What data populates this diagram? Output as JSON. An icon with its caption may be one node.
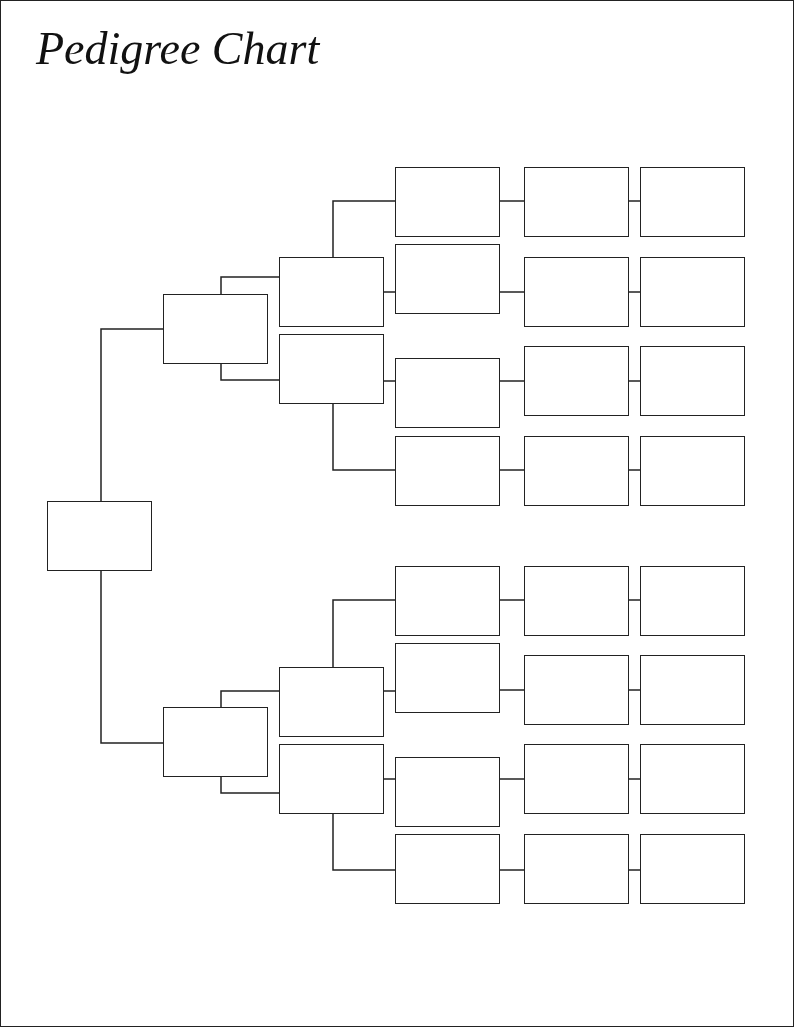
{
  "diagram": {
    "title": "Pedigree Chart",
    "nodes": [
      {
        "text": [],
        "shape": "box"
      },
      {
        "text": [],
        "shape": "box"
      },
      {
        "text": [],
        "shape": "box"
      },
      {
        "text": [],
        "shape": "box"
      },
      {
        "text": [],
        "shape": "box"
      },
      {
        "text": [],
        "shape": "box"
      },
      {
        "text": [],
        "shape": "box"
      },
      {
        "text": [],
        "shape": "box"
      },
      {
        "text": [],
        "shape": "box"
      },
      {
        "text": [],
        "shape": "box"
      },
      {
        "text": [],
        "shape": "box"
      },
      {
        "text": [],
        "shape": "box"
      },
      {
        "text": [],
        "shape": "box"
      },
      {
        "text": [],
        "shape": "box"
      },
      {
        "text": [],
        "shape": "box"
      },
      {
        "text": [],
        "shape": "box"
      },
      {
        "text": [],
        "shape": "box"
      },
      {
        "text": [],
        "shape": "box"
      },
      {
        "text": [],
        "shape": "box"
      },
      {
        "text": [],
        "shape": "box"
      },
      {
        "text": [],
        "shape": "box"
      },
      {
        "text": [],
        "shape": "box"
      },
      {
        "text": [],
        "shape": "box"
      },
      {
        "text": [],
        "shape": "box"
      },
      {
        "text": [],
        "shape": "box"
      },
      {
        "text": [],
        "shape": "box"
      },
      {
        "text": [],
        "shape": "box"
      },
      {
        "text": [],
        "shape": "box"
      },
      {
        "text": [],
        "shape": "box"
      },
      {
        "text": [],
        "shape": "box"
      },
      {
        "text": [],
        "shape": "box"
      }
    ],
    "edges": [
      {
        "from": 0,
        "to": 1,
        "arrow": "none"
      },
      {
        "from": 0,
        "to": 2,
        "arrow": "none"
      },
      {
        "from": 1,
        "to": 3,
        "arrow": "none"
      },
      {
        "from": 1,
        "to": 4,
        "arrow": "none"
      },
      {
        "from": 2,
        "to": 5,
        "arrow": "none"
      },
      {
        "from": 2,
        "to": 6,
        "arrow": "none"
      },
      {
        "from": 3,
        "to": 7,
        "arrow": "none"
      },
      {
        "from": 3,
        "to": 8,
        "arrow": "none"
      },
      {
        "from": 4,
        "to": 9,
        "arrow": "none"
      },
      {
        "from": 4,
        "to": 10,
        "arrow": "none"
      },
      {
        "from": 5,
        "to": 11,
        "arrow": "none"
      },
      {
        "from": 5,
        "to": 12,
        "arrow": "none"
      },
      {
        "from": 6,
        "to": 13,
        "arrow": "none"
      },
      {
        "from": 6,
        "to": 14,
        "arrow": "none"
      },
      {
        "from": 7,
        "to": 15,
        "arrow": "none"
      },
      {
        "from": 8,
        "to": 16,
        "arrow": "none"
      },
      {
        "from": 9,
        "to": 17,
        "arrow": "none"
      },
      {
        "from": 10,
        "to": 18,
        "arrow": "none"
      },
      {
        "from": 11,
        "to": 19,
        "arrow": "none"
      },
      {
        "from": 12,
        "to": 20,
        "arrow": "none"
      },
      {
        "from": 13,
        "to": 21,
        "arrow": "none"
      },
      {
        "from": 14,
        "to": 22,
        "arrow": "none"
      },
      {
        "from": 15,
        "to": 23,
        "arrow": "none"
      },
      {
        "from": 16,
        "to": 24,
        "arrow": "none"
      },
      {
        "from": 17,
        "to": 25,
        "arrow": "none"
      },
      {
        "from": 18,
        "to": 26,
        "arrow": "none"
      },
      {
        "from": 19,
        "to": 27,
        "arrow": "none"
      },
      {
        "from": 20,
        "to": 28,
        "arrow": "none"
      },
      {
        "from": 21,
        "to": 29,
        "arrow": "none"
      },
      {
        "from": 22,
        "to": 30,
        "arrow": "none"
      }
    ]
  }
}
